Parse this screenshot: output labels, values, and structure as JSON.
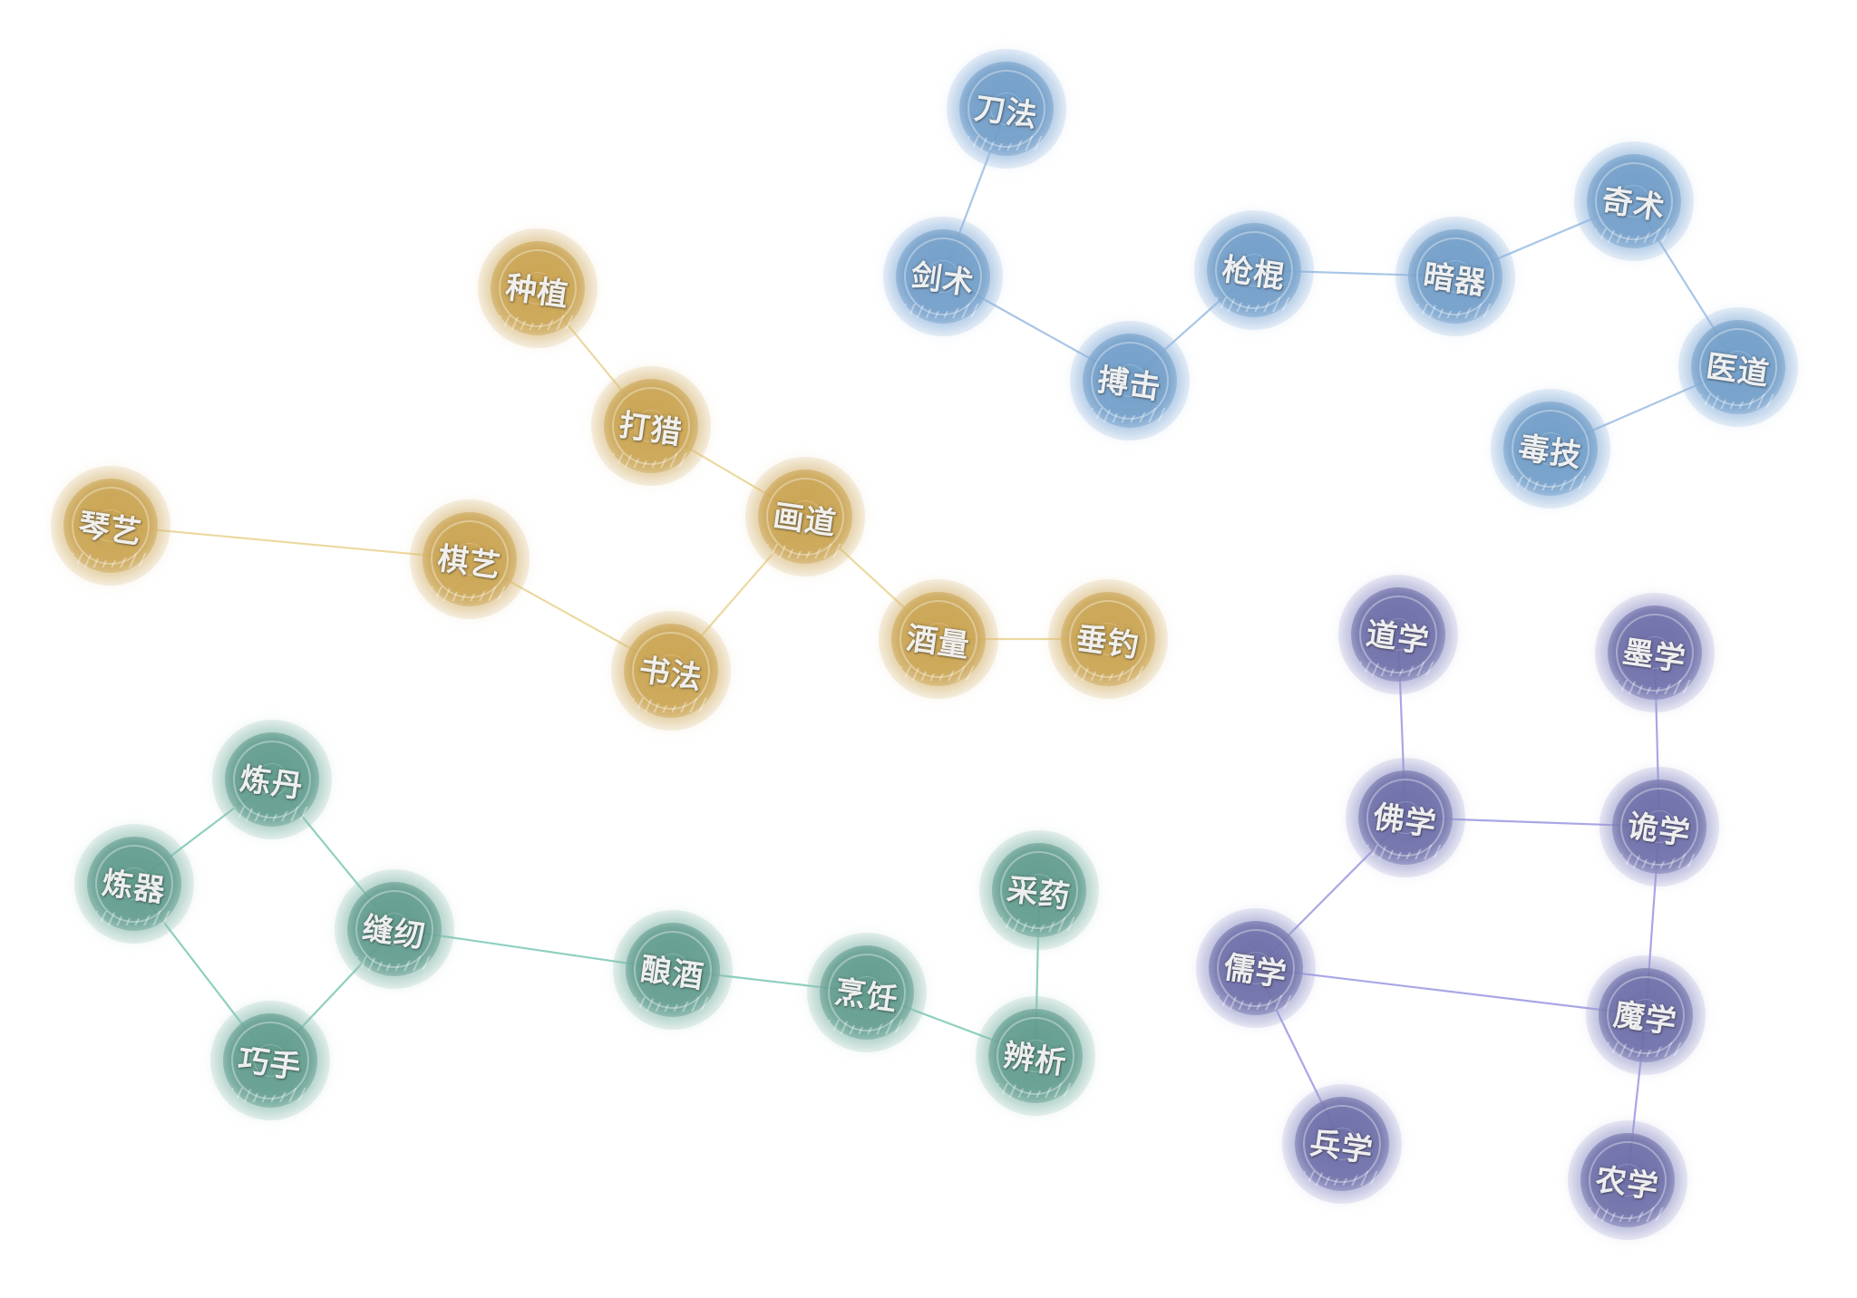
{
  "groups": {
    "gold": {
      "color": "#c9a24e",
      "glow": "#d7b97a",
      "line": "#ecd9a0"
    },
    "blue": {
      "color": "#6f9cc7",
      "glow": "#8fb4dc",
      "line": "#a9c6e6"
    },
    "teal": {
      "color": "#5e9a8c",
      "glow": "#8cbcb0",
      "line": "#8fd0c0"
    },
    "purple": {
      "color": "#6a6ba6",
      "glow": "#9a9ccc",
      "line": "#a9a6e6"
    }
  },
  "nodes": [
    {
      "id": "zhongzhi",
      "group": "gold",
      "label": "种植"
    },
    {
      "id": "dalie",
      "group": "gold",
      "label": "打猎"
    },
    {
      "id": "qinyi",
      "group": "gold",
      "label": "琴艺"
    },
    {
      "id": "qiyi",
      "group": "gold",
      "label": "棋艺"
    },
    {
      "id": "huadao",
      "group": "gold",
      "label": "画道"
    },
    {
      "id": "shufa",
      "group": "gold",
      "label": "书法"
    },
    {
      "id": "jiuliang",
      "group": "gold",
      "label": "酒量"
    },
    {
      "id": "chuidiao",
      "group": "gold",
      "label": "垂钓"
    },
    {
      "id": "daofa",
      "group": "blue",
      "label": "刀法"
    },
    {
      "id": "jianshu",
      "group": "blue",
      "label": "剑术"
    },
    {
      "id": "boji",
      "group": "blue",
      "label": "搏击"
    },
    {
      "id": "qianggun",
      "group": "blue",
      "label": "枪棍"
    },
    {
      "id": "anqi",
      "group": "blue",
      "label": "暗器"
    },
    {
      "id": "qishu",
      "group": "blue",
      "label": "奇术"
    },
    {
      "id": "yidao",
      "group": "blue",
      "label": "医道"
    },
    {
      "id": "duji",
      "group": "blue",
      "label": "毒技"
    },
    {
      "id": "liandan",
      "group": "teal",
      "label": "炼丹"
    },
    {
      "id": "lianqi",
      "group": "teal",
      "label": "炼器"
    },
    {
      "id": "fengren",
      "group": "teal",
      "label": "缝纫"
    },
    {
      "id": "qiaoshou",
      "group": "teal",
      "label": "巧手"
    },
    {
      "id": "niangjiu",
      "group": "teal",
      "label": "酿酒"
    },
    {
      "id": "pengren",
      "group": "teal",
      "label": "烹饪"
    },
    {
      "id": "caiyao",
      "group": "teal",
      "label": "采药"
    },
    {
      "id": "bianxi",
      "group": "teal",
      "label": "辨析"
    },
    {
      "id": "daoxue",
      "group": "purple",
      "label": "道学"
    },
    {
      "id": "moxue",
      "group": "purple",
      "label": "墨学"
    },
    {
      "id": "foxue",
      "group": "purple",
      "label": "佛学"
    },
    {
      "id": "guixue",
      "group": "purple",
      "label": "诡学"
    },
    {
      "id": "ruxue",
      "group": "purple",
      "label": "儒学"
    },
    {
      "id": "moxue2",
      "group": "purple",
      "label": "魔学"
    },
    {
      "id": "bingxue",
      "group": "purple",
      "label": "兵学"
    },
    {
      "id": "nongxue",
      "group": "purple",
      "label": "农学"
    }
  ],
  "edges": [
    [
      "zhongzhi",
      "dalie"
    ],
    [
      "dalie",
      "huadao"
    ],
    [
      "qinyi",
      "qiyi"
    ],
    [
      "qiyi",
      "shufa"
    ],
    [
      "shufa",
      "huadao"
    ],
    [
      "huadao",
      "jiuliang"
    ],
    [
      "jiuliang",
      "chuidiao"
    ],
    [
      "daofa",
      "jianshu"
    ],
    [
      "jianshu",
      "boji"
    ],
    [
      "boji",
      "qianggun"
    ],
    [
      "qianggun",
      "anqi"
    ],
    [
      "anqi",
      "qishu"
    ],
    [
      "qishu",
      "yidao"
    ],
    [
      "yidao",
      "duji"
    ],
    [
      "liandan",
      "lianqi"
    ],
    [
      "liandan",
      "fengren"
    ],
    [
      "lianqi",
      "qiaoshou"
    ],
    [
      "fengren",
      "qiaoshou"
    ],
    [
      "fengren",
      "niangjiu"
    ],
    [
      "niangjiu",
      "pengren"
    ],
    [
      "pengren",
      "bianxi"
    ],
    [
      "caiyao",
      "bianxi"
    ],
    [
      "daoxue",
      "foxue"
    ],
    [
      "moxue",
      "guixue"
    ],
    [
      "foxue",
      "guixue"
    ],
    [
      "foxue",
      "ruxue"
    ],
    [
      "guixue",
      "moxue2"
    ],
    [
      "ruxue",
      "moxue2"
    ],
    [
      "ruxue",
      "bingxue"
    ],
    [
      "moxue2",
      "nongxue"
    ]
  ]
}
